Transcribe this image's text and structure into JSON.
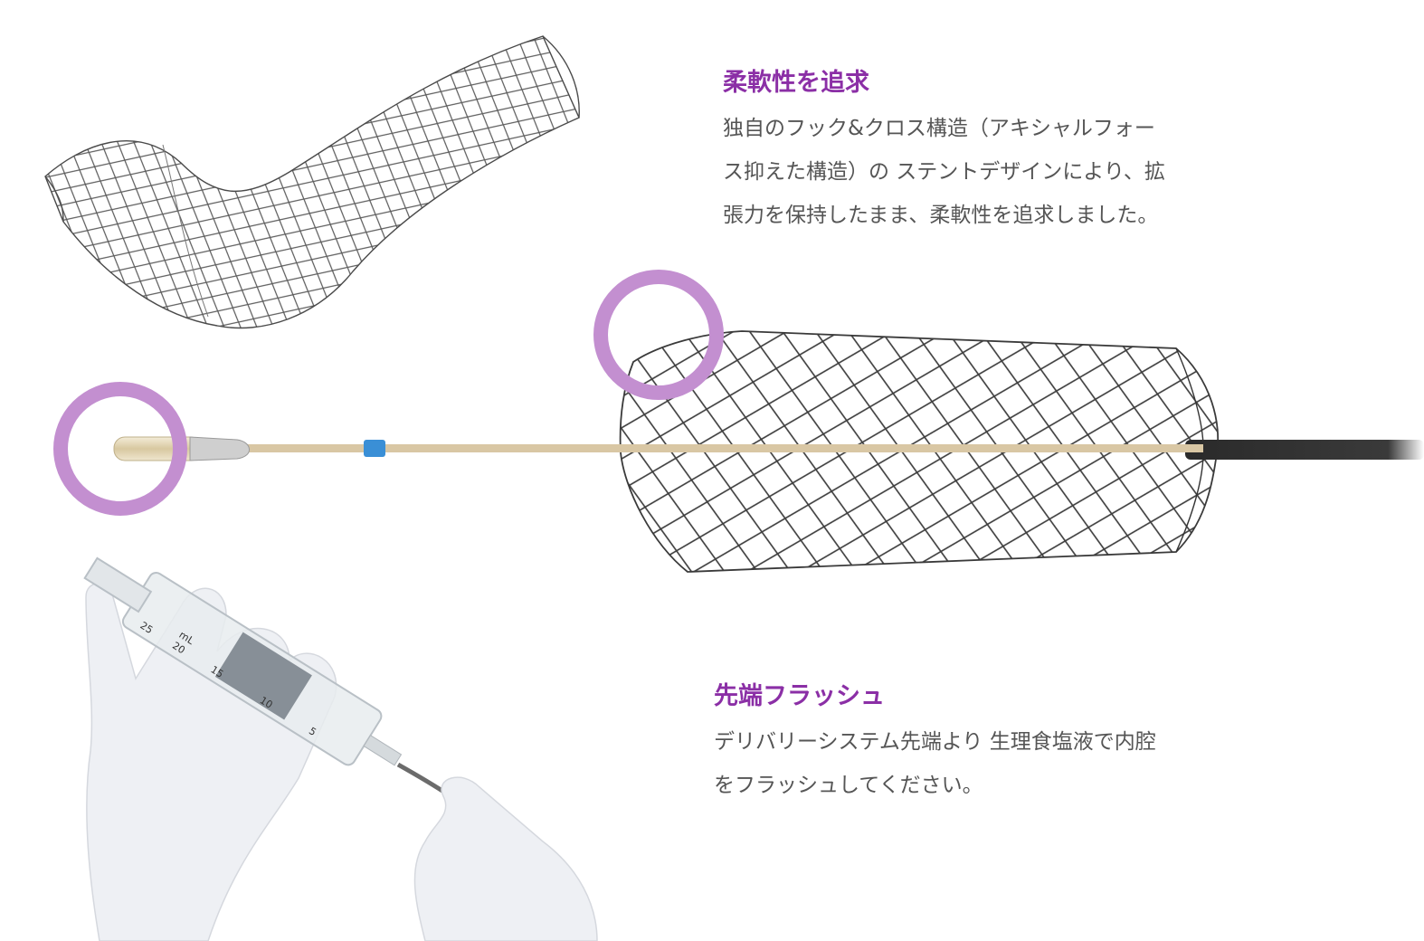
{
  "features": [
    {
      "title": "柔軟性を追求",
      "lines": [
        "独自のフック&クロス構造（アキシャルフォー",
        "ス抑えた構造）の ステントデザインにより、拡",
        "張力を保持したまま、柔軟性を追求しました。"
      ]
    },
    {
      "title": "先端フラッシュ",
      "lines": [
        "デリバリーシステム先端より 生理食塩液で内腔",
        "をフラッシュしてください。"
      ]
    }
  ],
  "syringe": {
    "scale_marks": [
      "25",
      "20",
      "mL",
      "15",
      "10",
      "5"
    ]
  },
  "colors": {
    "accent_purple": "#8b2fa6",
    "highlight_circle": "#c38fd0",
    "body_text": "#555555",
    "shaft": "#d9c7a4",
    "marker_band": "#3a8fd6"
  }
}
